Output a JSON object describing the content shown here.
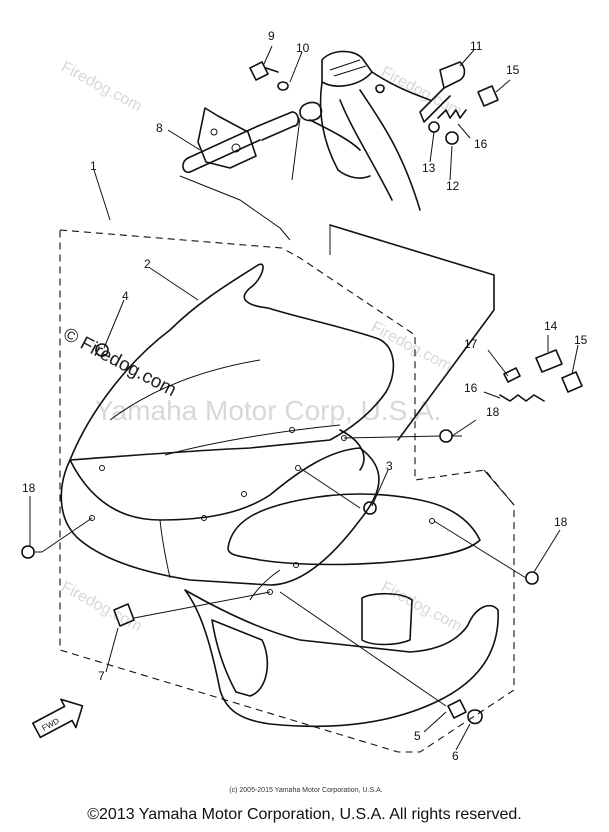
{
  "watermarks": {
    "brand": "© Firedog.com",
    "brand_repeat": "Firedog.com",
    "center_text": "Yamaha Motor Corp, U.S.A."
  },
  "fwd_badge": "FWD",
  "small_copyright": "(c) 2005-2015 Yamaha Motor Corporation, U.S.A.",
  "footer_copyright": "©2013 Yamaha Motor Corporation, U.S.A. All rights reserved.",
  "callouts": {
    "c1": "1",
    "c2": "2",
    "c3": "3",
    "c4": "4",
    "c5": "5",
    "c6": "6",
    "c7": "7",
    "c8": "8",
    "c9": "9",
    "c10": "10",
    "c11": "11",
    "c12": "12",
    "c13": "13",
    "c14": "14",
    "c15a": "15",
    "c15b": "15",
    "c16a": "16",
    "c16b": "16",
    "c17": "17",
    "c18a": "18",
    "c18b": "18",
    "c18c": "18"
  }
}
